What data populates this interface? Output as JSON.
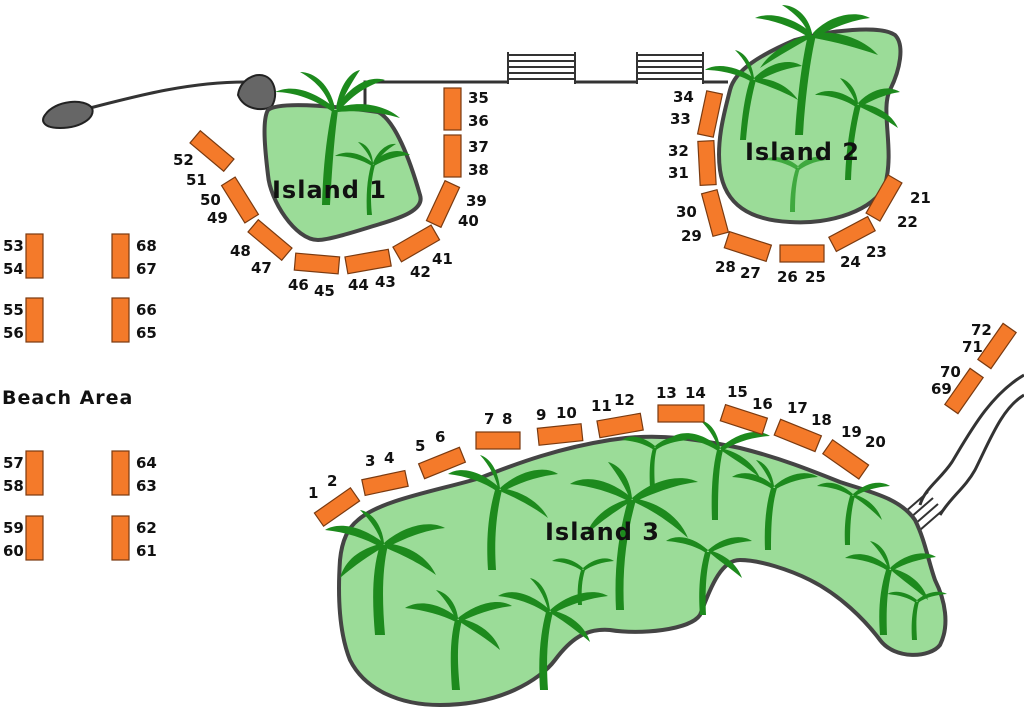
{
  "map": {
    "islands": [
      {
        "id": "island1",
        "label": "Island 1"
      },
      {
        "id": "island2",
        "label": "Island 2"
      },
      {
        "id": "island3",
        "label": "Island 3"
      }
    ],
    "beach_area_label": "Beach Area",
    "cabanas": [
      {
        "id": 1,
        "labels": [
          "1",
          "2"
        ]
      },
      {
        "id": 3,
        "labels": [
          "3",
          "4"
        ]
      },
      {
        "id": 5,
        "labels": [
          "5",
          "6"
        ]
      },
      {
        "id": 7,
        "labels": [
          "7",
          "8"
        ]
      },
      {
        "id": 9,
        "labels": [
          "9",
          "10"
        ]
      },
      {
        "id": 11,
        "labels": [
          "11",
          "12"
        ]
      },
      {
        "id": 13,
        "labels": [
          "13",
          "14"
        ]
      },
      {
        "id": 15,
        "labels": [
          "15",
          "16"
        ]
      },
      {
        "id": 17,
        "labels": [
          "17",
          "18"
        ]
      },
      {
        "id": 19,
        "labels": [
          "19",
          "20"
        ]
      },
      {
        "id": 21,
        "labels": [
          "21",
          "22"
        ]
      },
      {
        "id": 23,
        "labels": [
          "23",
          "24"
        ]
      },
      {
        "id": 25,
        "labels": [
          "25",
          "26"
        ]
      },
      {
        "id": 27,
        "labels": [
          "27",
          "28"
        ]
      },
      {
        "id": 29,
        "labels": [
          "29",
          "30"
        ]
      },
      {
        "id": 31,
        "labels": [
          "31",
          "32"
        ]
      },
      {
        "id": 33,
        "labels": [
          "33",
          "34"
        ]
      },
      {
        "id": 35,
        "labels": [
          "35",
          "36"
        ]
      },
      {
        "id": 37,
        "labels": [
          "37",
          "38"
        ]
      },
      {
        "id": 39,
        "labels": [
          "39",
          "40"
        ]
      },
      {
        "id": 41,
        "labels": [
          "41",
          "42"
        ]
      },
      {
        "id": 43,
        "labels": [
          "43",
          "44"
        ]
      },
      {
        "id": 45,
        "labels": [
          "45",
          "46"
        ]
      },
      {
        "id": 47,
        "labels": [
          "47",
          "48"
        ]
      },
      {
        "id": 49,
        "labels": [
          "49",
          "50"
        ]
      },
      {
        "id": 51,
        "labels": [
          "51",
          "52"
        ]
      },
      {
        "id": 53,
        "labels": [
          "53",
          "54"
        ]
      },
      {
        "id": 55,
        "labels": [
          "55",
          "56"
        ]
      },
      {
        "id": 57,
        "labels": [
          "57",
          "58"
        ]
      },
      {
        "id": 59,
        "labels": [
          "59",
          "60"
        ]
      },
      {
        "id": 61,
        "labels": [
          "61",
          "62"
        ]
      },
      {
        "id": 63,
        "labels": [
          "63",
          "64"
        ]
      },
      {
        "id": 65,
        "labels": [
          "65",
          "66"
        ]
      },
      {
        "id": 67,
        "labels": [
          "67",
          "68"
        ]
      },
      {
        "id": 69,
        "labels": [
          "69",
          "70"
        ]
      },
      {
        "id": 71,
        "labels": [
          "71",
          "72"
        ]
      }
    ],
    "colors": {
      "cabana": "#f47a2a",
      "island": "#9bdc98",
      "palm": "#1d8a1d",
      "outline": "#444444"
    }
  }
}
